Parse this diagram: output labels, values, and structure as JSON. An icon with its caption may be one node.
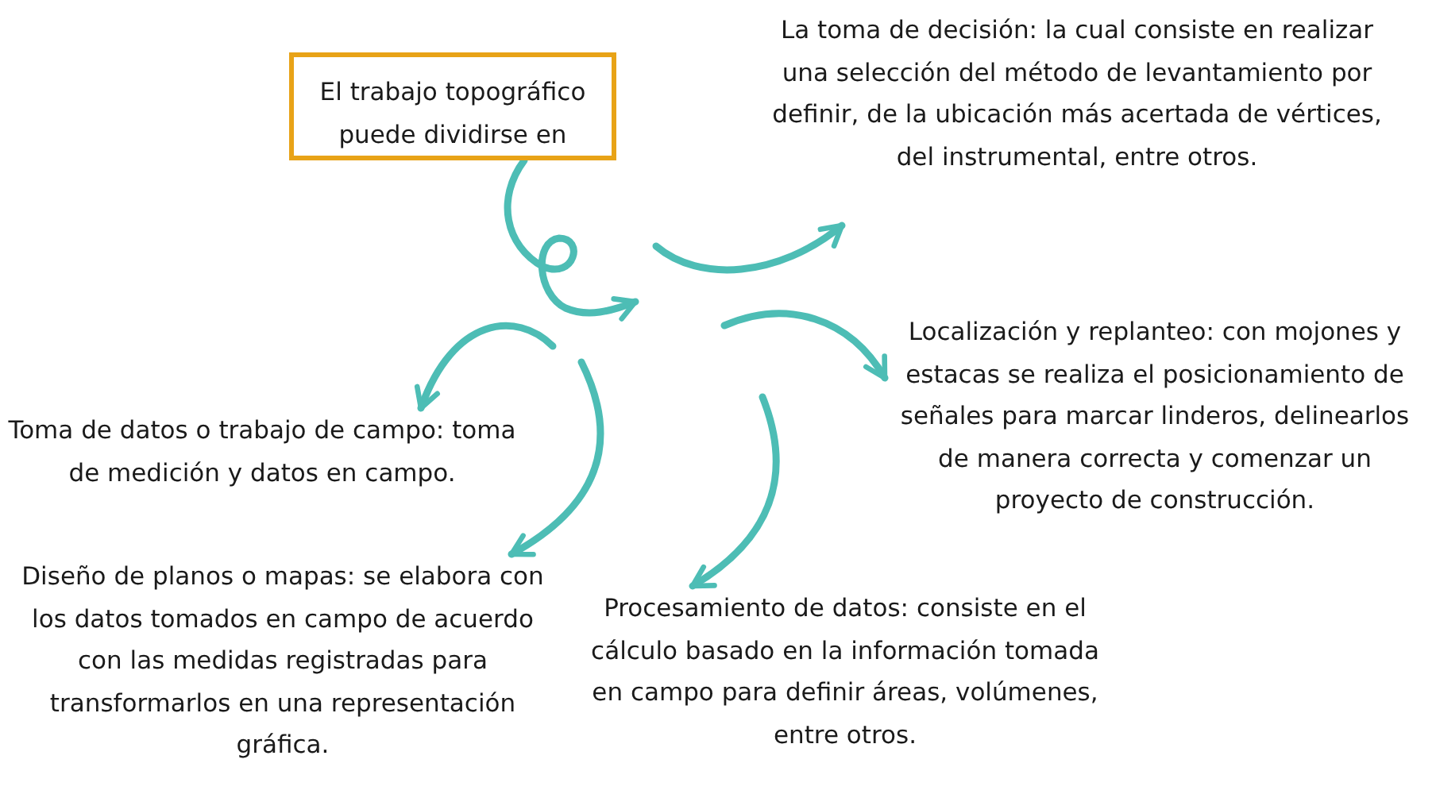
{
  "diagram": {
    "nodes": [
      {
        "text": [
          "El trabajo topográfico puede dividirse en"
        ]
      },
      {
        "text": [
          "La toma de decisión: la cual consiste en realizar una selección del método de levantamiento por definir, de la ubicación más acertada de vértices, del instrumental, entre otros."
        ]
      },
      {
        "text": [
          "Localización y replanteo: con mojones y estacas se realiza el posicionamiento de señales para marcar linderos, delinearlos de manera correcta y comenzar un proyecto de construcción."
        ]
      },
      {
        "text": [
          "Toma de datos o trabajo de campo: toma de medición y datos en campo."
        ]
      },
      {
        "text": [
          "Diseño de planos o mapas: se elabora con los datos tomados en campo de acuerdo con las medidas registradas para transformarlos en una representación gráfica."
        ]
      },
      {
        "text": [
          "Procesamiento de datos: consiste en el cálculo basado en la información tomada en campo para definir áreas, volúmenes, entre otros."
        ]
      }
    ],
    "edges": [
      {
        "from": 0,
        "to": null,
        "arrow": "to"
      },
      {
        "from": null,
        "to": 1,
        "arrow": "to"
      },
      {
        "from": null,
        "to": 2,
        "arrow": "to"
      },
      {
        "from": null,
        "to": 3,
        "arrow": "to"
      },
      {
        "from": null,
        "to": 4,
        "arrow": "to"
      },
      {
        "from": null,
        "to": 5,
        "arrow": "to"
      }
    ]
  }
}
